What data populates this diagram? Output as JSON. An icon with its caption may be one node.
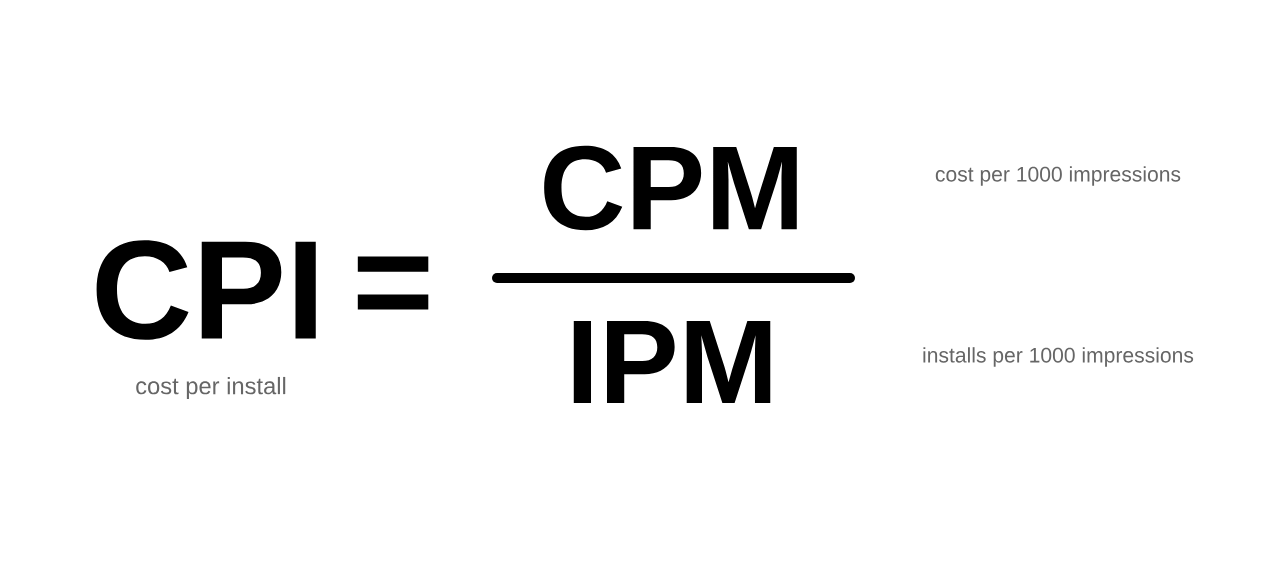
{
  "diagram": {
    "labels": [
      "CPI",
      "=",
      "CPM",
      "IPM",
      "cost per install",
      "cost per 1000 impressions",
      "installs per 1000 impressions"
    ]
  }
}
